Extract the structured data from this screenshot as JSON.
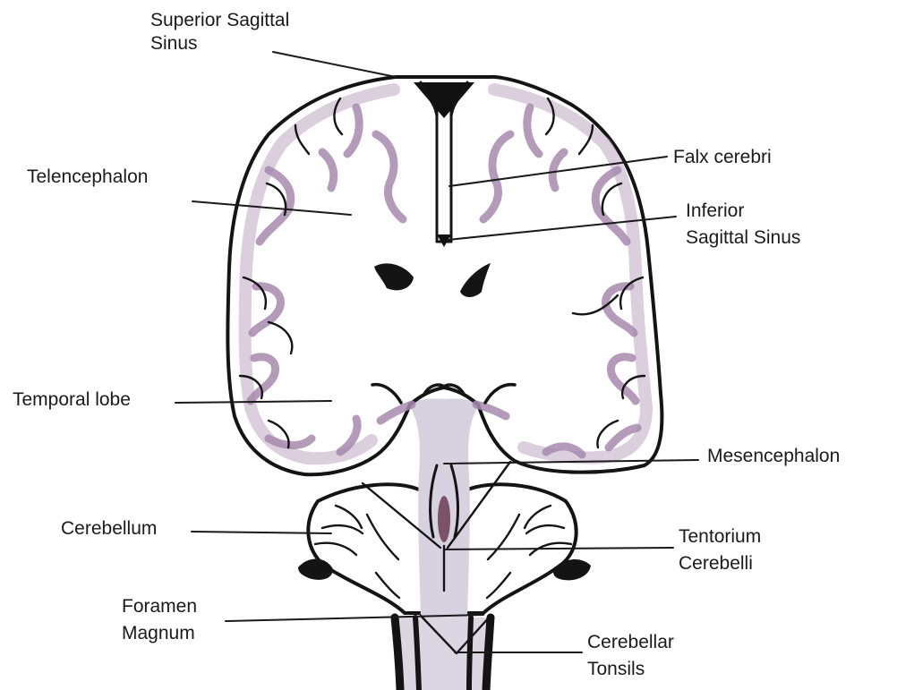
{
  "labels": {
    "superior_sagittal_sinus": [
      "Superior Sagittal",
      "Sinus"
    ],
    "telencephalon": "Telencephalon",
    "falx_cerebri": "Falx cerebri",
    "inferior_sagittal_sinus": [
      "Inferior",
      "Sagittal Sinus"
    ],
    "temporal_lobe": "Temporal lobe",
    "mesencephalon": "Mesencephalon",
    "cerebellum": "Cerebellum",
    "tentorium_cerebelli": [
      "Tentorium",
      "Cerebelli"
    ],
    "foramen_magnum": [
      "Foramen",
      "Magnum"
    ],
    "cerebellar_tonsils": [
      "Cerebellar",
      "Tonsils"
    ]
  },
  "colors": {
    "line": "#1a1a1a",
    "cortex": "#a689ad",
    "white_matter": "#fbf9fb",
    "brainstem": "#dcd6e3",
    "sinus": "#111111"
  }
}
